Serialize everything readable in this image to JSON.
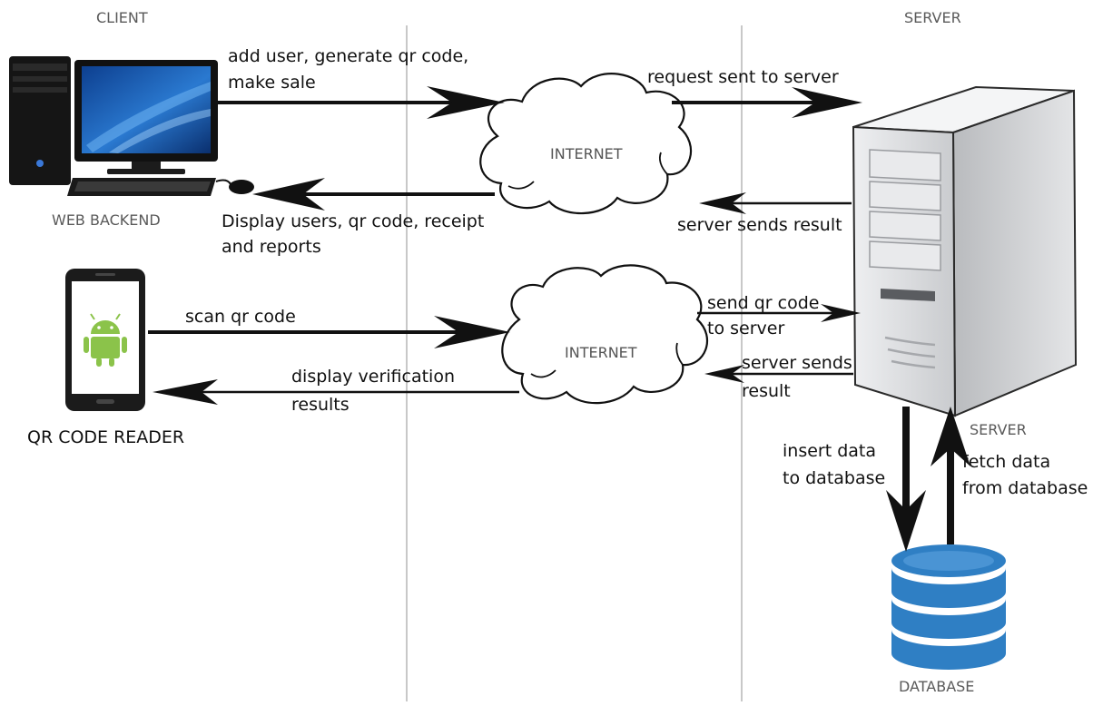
{
  "columns": {
    "client": "CLIENT",
    "server": "SERVER"
  },
  "nodes": {
    "web_backend": "WEB BACKEND",
    "qr_reader": "QR CODE READER",
    "internet_top": "INTERNET",
    "internet_bottom": "INTERNET",
    "server": "SERVER",
    "database": "DATABASE"
  },
  "flows": {
    "client_request_line1": "add user, generate qr code,",
    "client_request_line2": "make sale",
    "request_to_server": "request sent to server",
    "server_sends_result": "server sends result",
    "display_line1": "Display users, qr code, receipt",
    "display_line2": "and reports",
    "scan_qr": "scan qr code",
    "send_qr_line1": "send qr code",
    "send_qr_line2": "to server",
    "server_sends_line1": "server sends",
    "server_sends_line2": "result",
    "verification_line1": "display verification",
    "verification_line2": "results",
    "insert_line1": "insert data",
    "insert_line2": "to  database",
    "fetch_line1": "fetch data",
    "fetch_line2": "from database"
  },
  "colors": {
    "database_blue": "#2f7fc4",
    "android_green": "#8bc34a",
    "server_gray": "#d9dadc",
    "divider_gray": "#c8c8c8"
  }
}
